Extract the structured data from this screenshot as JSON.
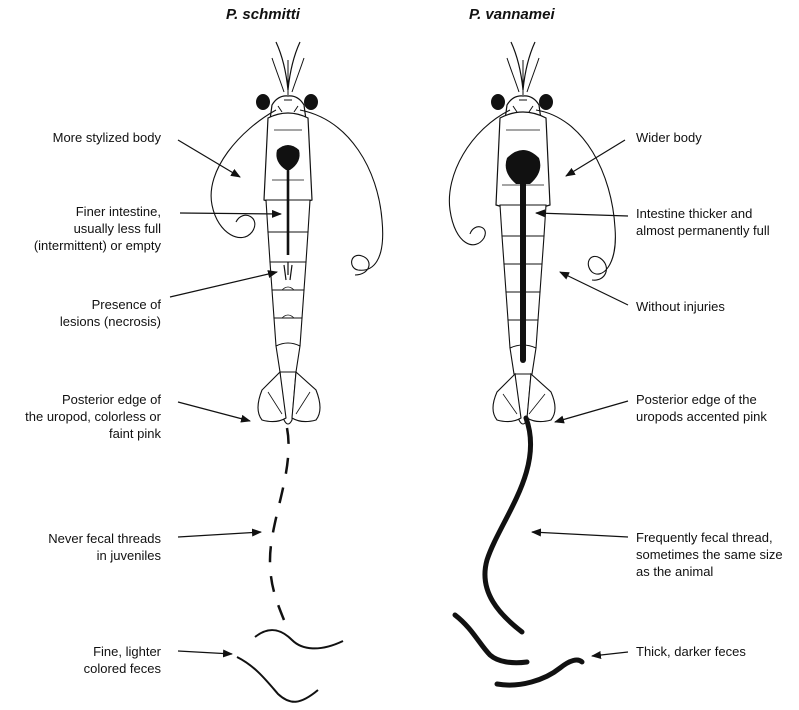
{
  "titles": {
    "left": "P. schmitti",
    "right": "P. vannamei"
  },
  "left_labels": {
    "body": [
      "More stylized body"
    ],
    "intestine": [
      "Finer intestine,",
      "usually less full",
      "(intermittent) or empty"
    ],
    "lesions": [
      "Presence of",
      "lesions (necrosis)"
    ],
    "uropod": [
      "Posterior edge of",
      "the uropod, colorless or",
      "faint pink"
    ],
    "threads": [
      "Never fecal threads",
      "in juveniles"
    ],
    "feces": [
      "Fine, lighter",
      "colored feces"
    ]
  },
  "right_labels": {
    "body": [
      "Wider body"
    ],
    "intestine": [
      "Intestine thicker and",
      "almost permanently full"
    ],
    "injuries": [
      "Without injuries"
    ],
    "uropod": [
      "Posterior edge of the",
      "uropods accented pink"
    ],
    "threads": [
      "Frequently fecal thread,",
      "sometimes the same size",
      "as the animal"
    ],
    "feces": [
      "Thick, darker feces"
    ]
  }
}
